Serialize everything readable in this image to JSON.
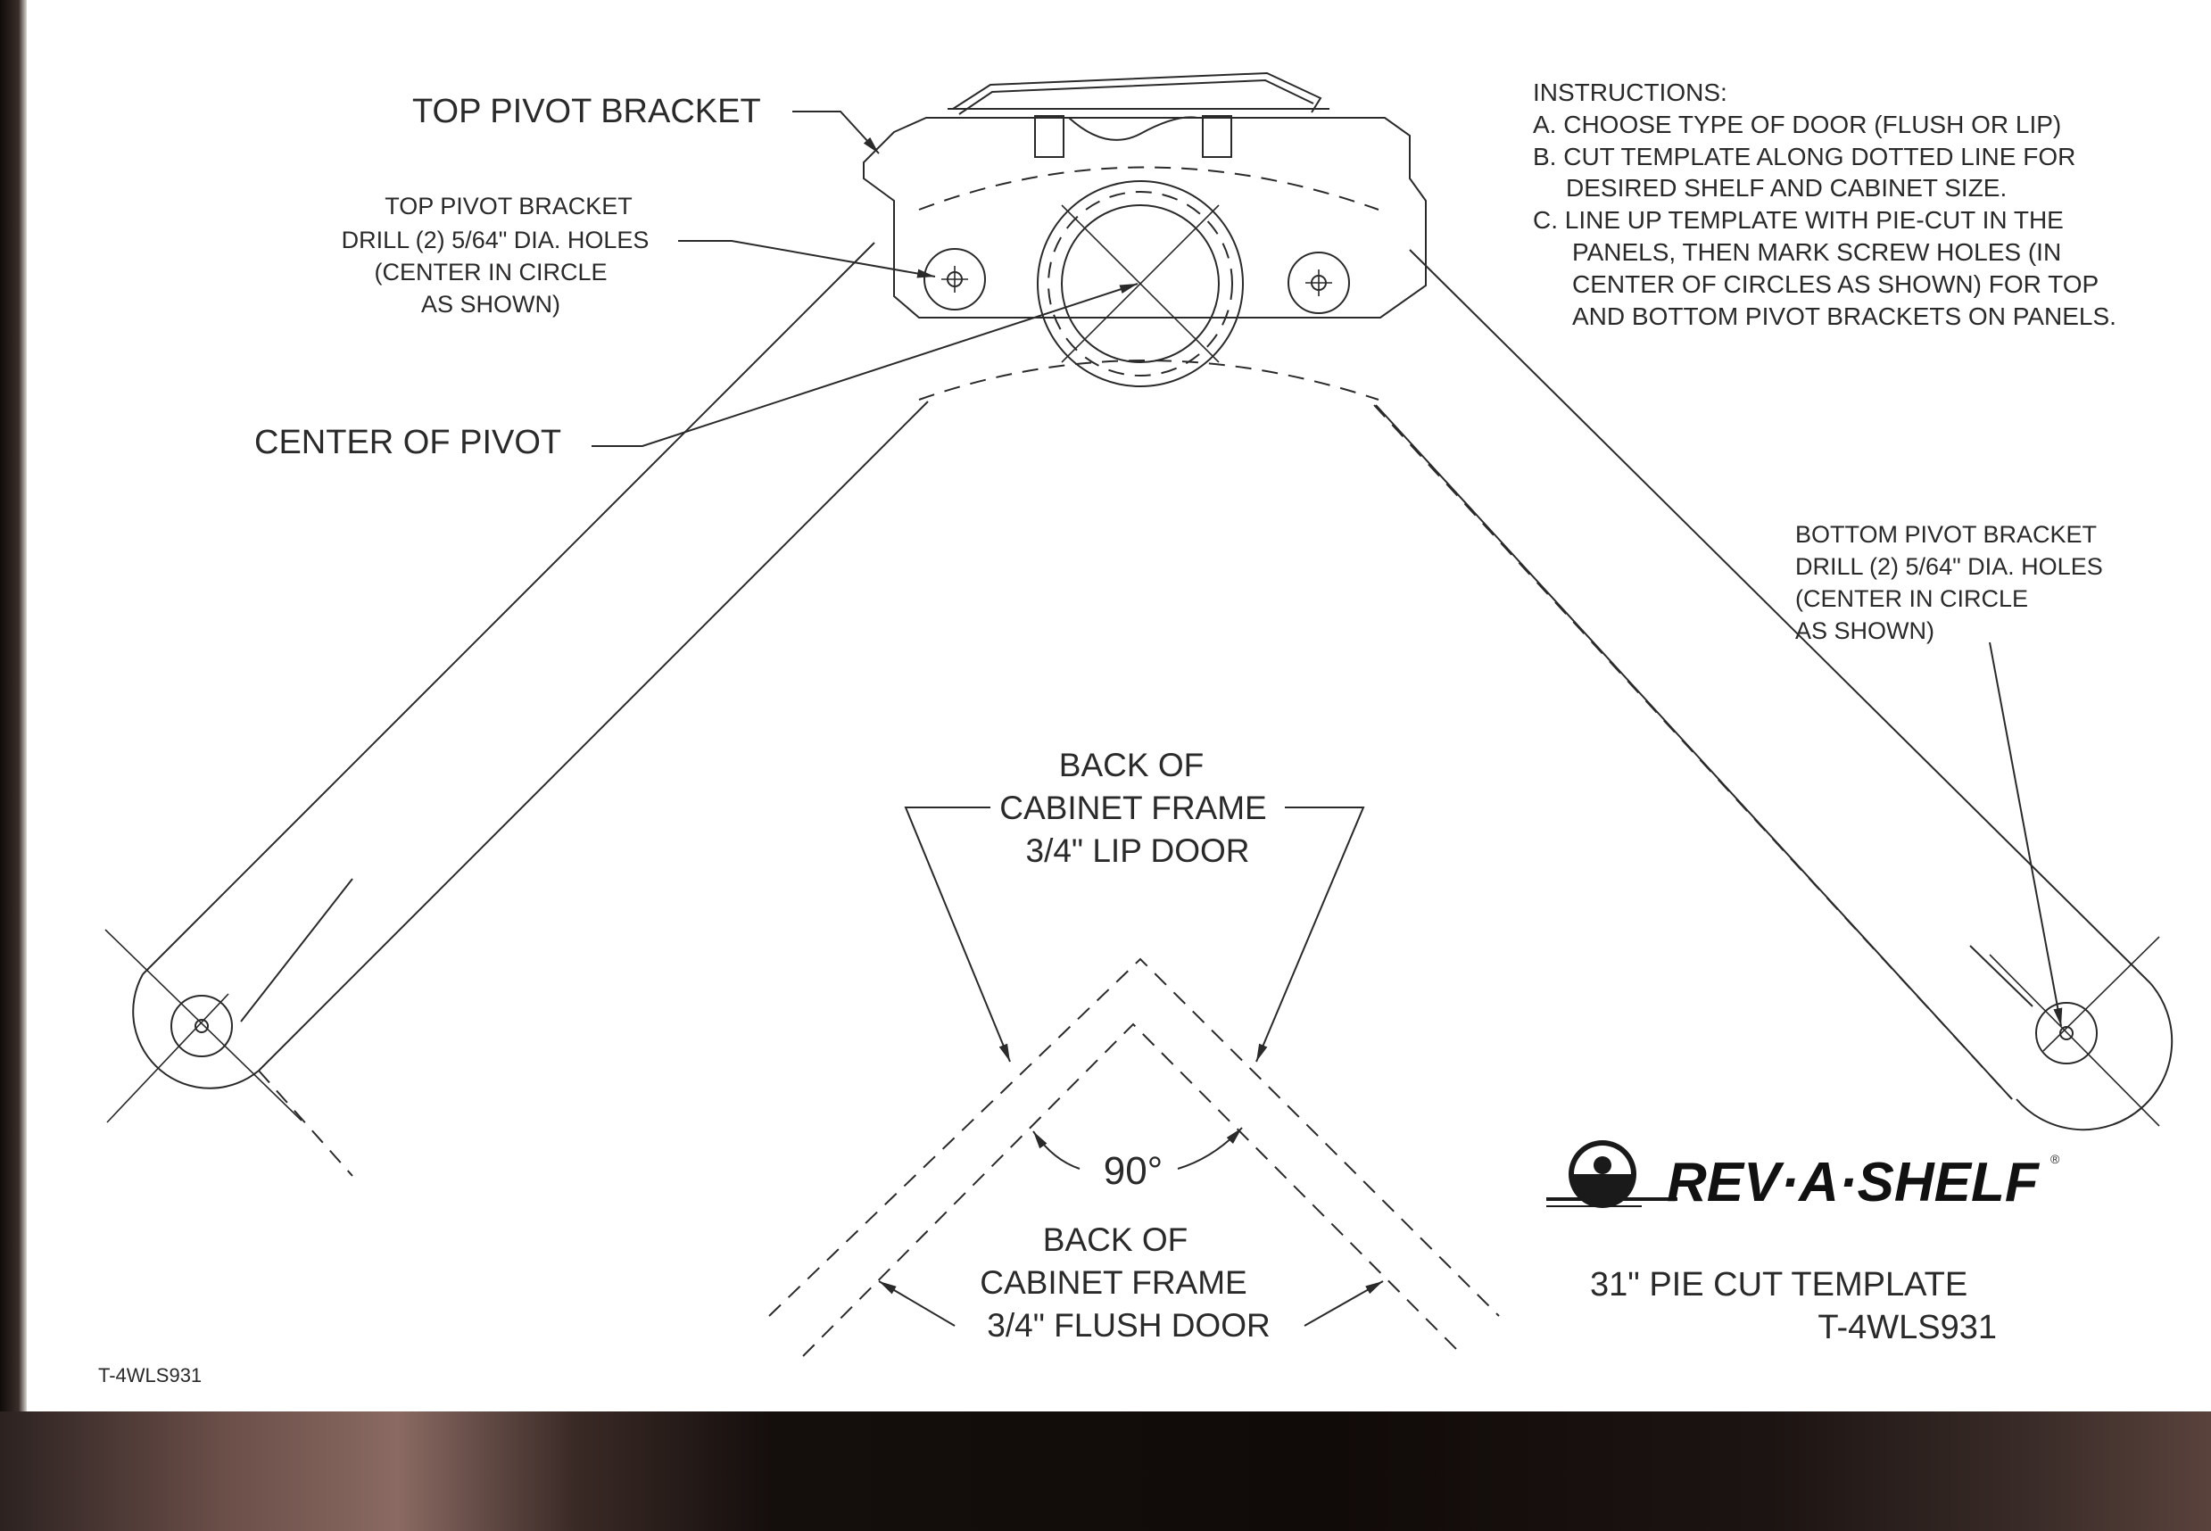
{
  "labels": {
    "top_pivot_bracket": "TOP PIVOT BRACKET",
    "top_drill": [
      "TOP PIVOT BRACKET",
      "DRILL (2) 5/64\" DIA. HOLES",
      "(CENTER IN CIRCLE",
      "AS SHOWN)"
    ],
    "center_of_pivot": "CENTER OF PIVOT",
    "bottom_drill": [
      "BOTTOM PIVOT BRACKET",
      "DRILL (2) 5/64\" DIA. HOLES",
      "(CENTER IN CIRCLE",
      "AS SHOWN)"
    ],
    "lip_door": [
      "BACK OF",
      "CABINET FRAME",
      "3/4\" LIP DOOR"
    ],
    "flush_door": [
      "BACK OF",
      "CABINET FRAME",
      "3/4\" FLUSH  DOOR"
    ],
    "angle": "90°"
  },
  "instructions": {
    "heading": "INSTRUCTIONS:",
    "lines": [
      "A. CHOOSE TYPE OF DOOR (FLUSH OR LIP)",
      "B. CUT TEMPLATE ALONG DOTTED LINE FOR",
      "DESIRED SHELF AND CABINET SIZE.",
      "C. LINE UP TEMPLATE WITH PIE-CUT IN THE",
      "PANELS, THEN MARK SCREW HOLES (IN",
      "CENTER OF CIRCLES AS SHOWN) FOR TOP",
      "AND BOTTOM PIVOT BRACKETS ON PANELS."
    ]
  },
  "brand": {
    "logo_text": "REV·A·SHELF",
    "registered": "®"
  },
  "template": {
    "title": "31\" PIE CUT TEMPLATE",
    "code": "T-4WLS931",
    "corner_code": "T-4WLS931"
  },
  "colors": {
    "ink": "#2a2a2a",
    "paper": "#ffffff",
    "background": "#1a1412"
  }
}
